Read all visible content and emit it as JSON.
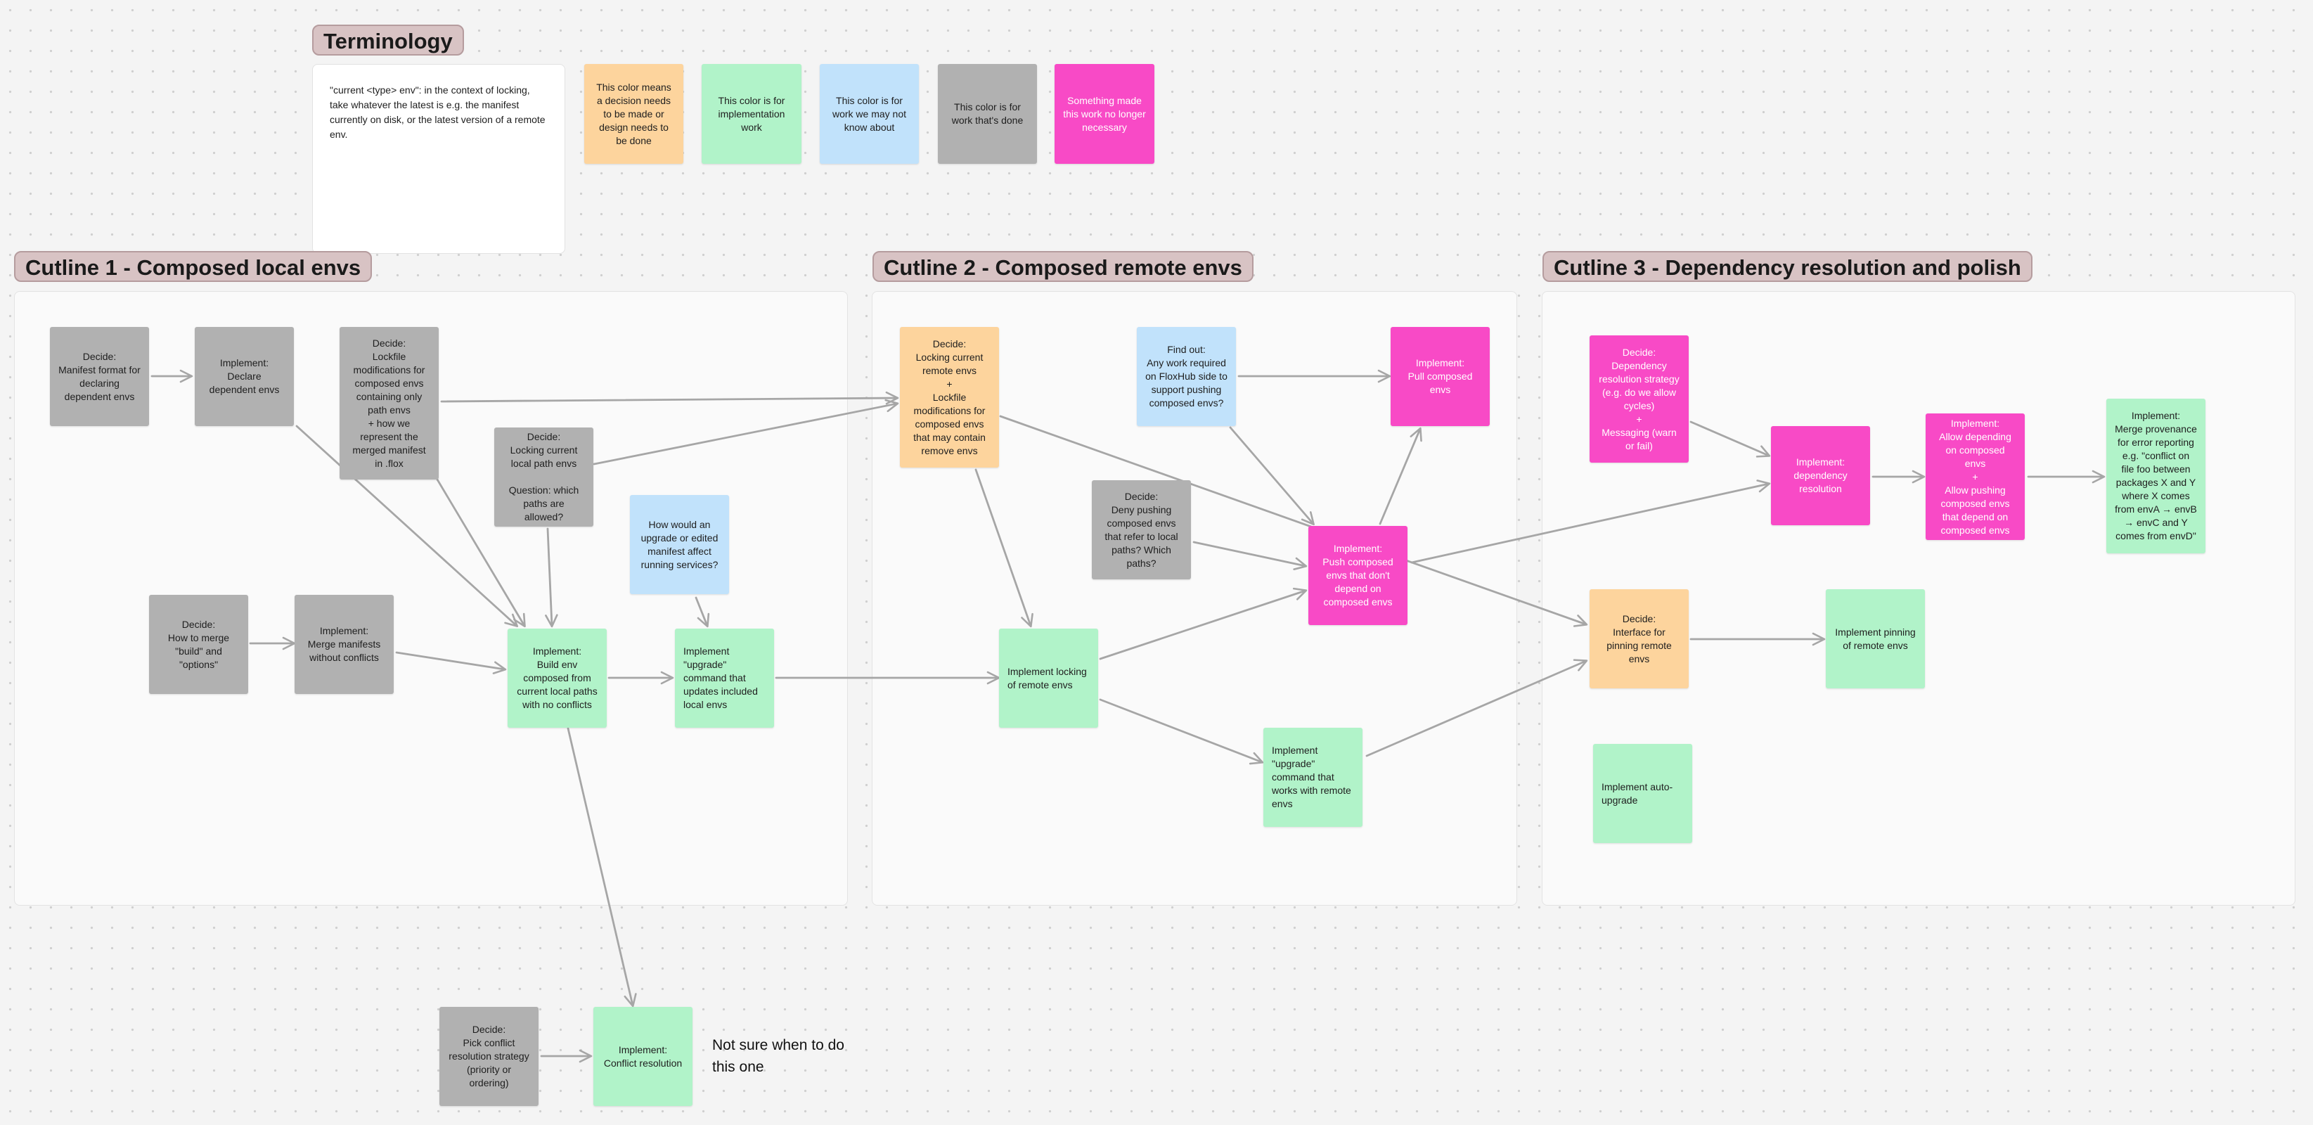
{
  "colors": {
    "decision": "#fdd49d",
    "implementation": "#b1f3c9",
    "unknown": "#c1e2fb",
    "done": "#b1b1b1",
    "obsolete": "#f84ac6",
    "arrow": "#a6a6a6",
    "title_tag": "#d8c3c4"
  },
  "terminology": {
    "title": "Terminology",
    "definition": "\"current <type> env\": in the context of locking, take whatever the latest is e.g. the manifest currently on disk, or the latest version of a remote env.",
    "legend": {
      "decision": "This color means a decision needs to be made or design needs to be done",
      "implementation": "This color is for implementation work",
      "unknown": "This color is for work we may not know about",
      "done": "This color is for work that's done",
      "obsolete": "Something made this work no longer necessary"
    }
  },
  "cutlines": {
    "c1": "Cutline 1 - Composed local envs",
    "c2": "Cutline 2 - Composed remote envs",
    "c3": "Cutline 3 - Dependency resolution and polish"
  },
  "nodes": {
    "n_manifest_format": "Decide:\nManifest format for declaring dependent envs",
    "n_declare_dependent": "Implement:\nDeclare dependent envs",
    "n_lockfile_local": "Decide:\nLockfile modifications for composed envs containing only path envs\n+ how we represent the merged manifest in .flox",
    "n_locking_local": "Decide:\nLocking current local path envs\n\nQuestion: which paths are allowed?",
    "n_upgrade_question": "How would an upgrade or edited manifest affect running services?",
    "n_merge_decide": "Decide:\nHow to merge \"build\" and \"options\"",
    "n_merge_impl": "Implement:\nMerge manifests without conflicts",
    "n_build_env": "Implement:\nBuild env composed from current local paths with no conflicts",
    "n_upgrade_local": "Implement \"upgrade\" command that updates included local envs",
    "n_conflict_decide": "Decide:\nPick conflict resolution strategy (priority or ordering)",
    "n_conflict_impl": "Implement:\nConflict resolution",
    "n_locking_remote_decide": "Decide:\nLocking current remote envs\n+\nLockfile modifications for composed envs that may contain remove envs",
    "n_floxhub": "Find out:\nAny work required on FloxHub side to support pushing composed envs?",
    "n_pull": "Implement:\nPull composed envs",
    "n_deny_push": "Decide:\nDeny pushing composed envs that refer to local paths? Which paths?",
    "n_push": "Implement:\nPush composed envs that don't depend on composed envs",
    "n_locking_remote_impl": "Implement locking of remote envs",
    "n_upgrade_remote": "Implement \"upgrade\" command that works with remote envs",
    "n_dep_strategy": "Decide:\nDependency resolution strategy (e.g. do we allow cycles)\n+\nMessaging (warn or fail)",
    "n_dep_impl": "Implement:\ndependency resolution",
    "n_allow_depending": "Implement:\nAllow depending on composed envs\n+\nAllow pushing composed envs that depend on composed envs",
    "n_provenance": "Implement:\nMerge provenance for error reporting e.g. \"conflict on file foo between packages X and Y where X comes from envA → envB → envC and Y comes from envD\"",
    "n_pinning_decide": "Decide:\nInterface for pinning remote envs",
    "n_pinning_impl": "Implement pinning of remote envs",
    "n_auto_upgrade": "Implement auto-upgrade"
  },
  "free_note": "Not sure when to do this one"
}
